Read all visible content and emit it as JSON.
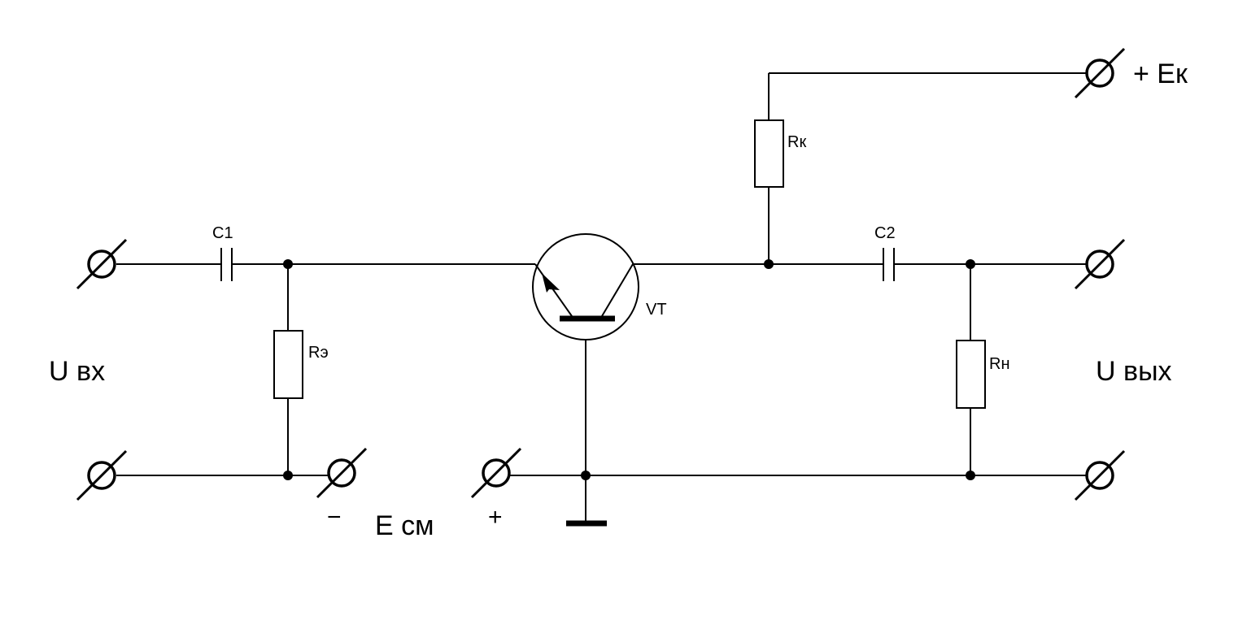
{
  "labels": {
    "c1": "C1",
    "c2": "C2",
    "re": "Rэ",
    "rk": "Rк",
    "rn": "Rн",
    "vt": "VT",
    "u_in": "U вх",
    "u_out": "U вых",
    "e_bias": "E см",
    "e_collector": "+ Eк",
    "minus": "−",
    "plus": "+"
  }
}
